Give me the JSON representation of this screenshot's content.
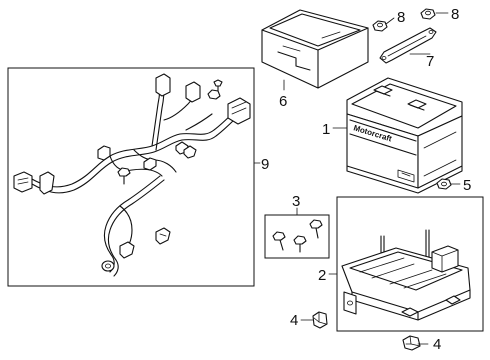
{
  "callouts": {
    "c1": "1",
    "c2": "2",
    "c3": "3",
    "c4a": "4",
    "c4b": "4",
    "c5": "5",
    "c6": "6",
    "c7": "7",
    "c8a": "8",
    "c8b": "8",
    "c9": "9"
  },
  "battery": {
    "brand": "Motorcraft"
  },
  "parts": [
    {
      "callout": "1",
      "part": "battery"
    },
    {
      "callout": "2",
      "part": "battery-tray"
    },
    {
      "callout": "3",
      "part": "tray-bolts"
    },
    {
      "callout": "4",
      "part": "tray-clip"
    },
    {
      "callout": "5",
      "part": "hold-down-nut"
    },
    {
      "callout": "6",
      "part": "battery-cover"
    },
    {
      "callout": "7",
      "part": "hold-down-bracket"
    },
    {
      "callout": "8",
      "part": "bracket-nut"
    },
    {
      "callout": "9",
      "part": "battery-cable-harness"
    }
  ]
}
